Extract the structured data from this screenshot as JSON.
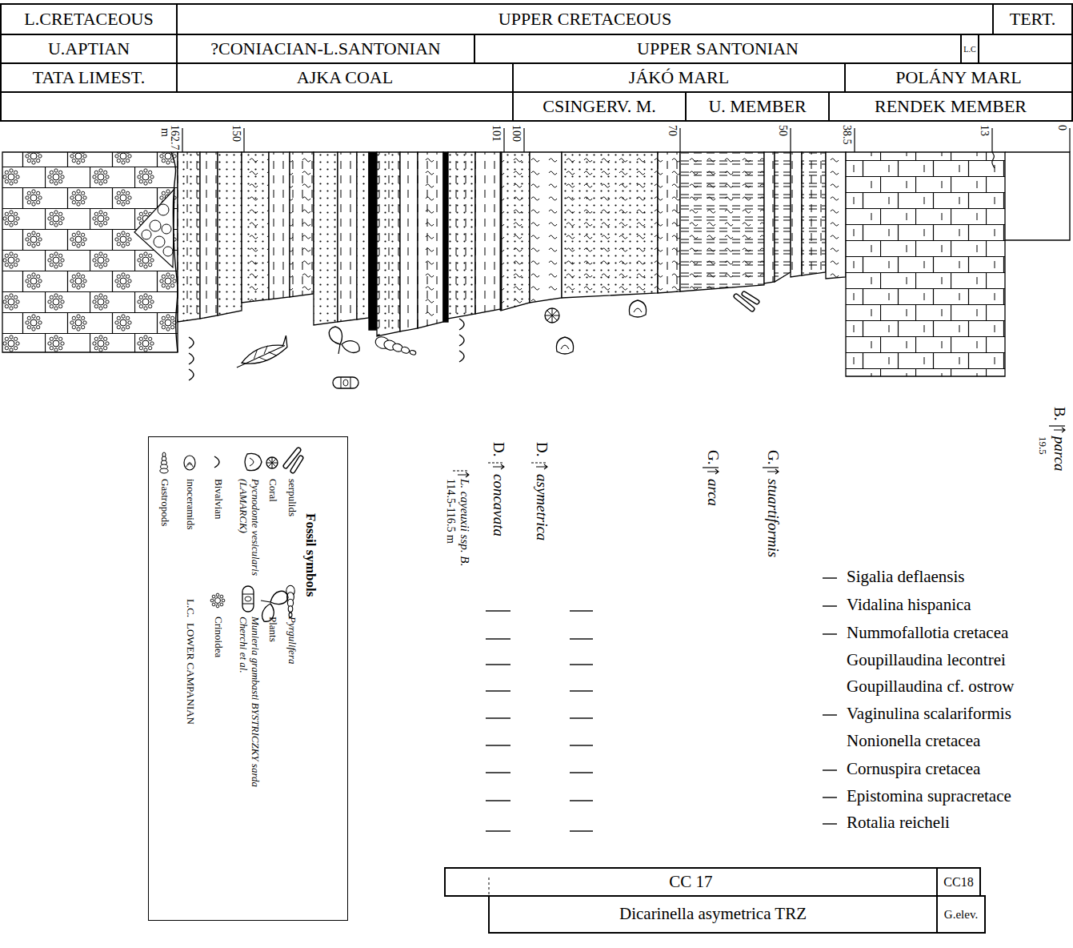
{
  "diagram": {
    "nodes": [
      {
        "text": [
          "L.CRETACEOUS"
        ]
      },
      {
        "text": [
          "UPPER CRETACEOUS"
        ]
      },
      {
        "text": [
          "TERT."
        ]
      },
      {
        "text": [
          "U.APTIAN"
        ]
      },
      {
        "text": [
          "?CONIACIAN-L.SANTONIAN"
        ]
      },
      {
        "text": [
          "UPPER SANTONIAN"
        ]
      },
      {
        "text": [
          "L.C"
        ]
      },
      {
        "text": [
          "TATA LIMEST."
        ]
      },
      {
        "text": [
          "AJKA COAL"
        ]
      },
      {
        "text": [
          "JÁKÓ MARL"
        ]
      },
      {
        "text": [
          "POLÁNY MARL"
        ]
      },
      {
        "text": [
          "CSINGERV. M."
        ]
      },
      {
        "text": [
          "U. MEMBER"
        ]
      },
      {
        "text": [
          "RENDEK MEMBER"
        ]
      },
      {
        "text": [
          "Fossil symbols"
        ]
      },
      {
        "text": [
          "CC 17"
        ]
      },
      {
        "text": [
          "CC18"
        ]
      },
      {
        "text": [
          "Dicarinella asymetrica TRZ"
        ]
      },
      {
        "text": [
          "G.elev."
        ]
      }
    ],
    "labels": [
      "m",
      "162.7",
      "150",
      "101",
      "100",
      "70",
      "50",
      "38.5",
      "13",
      "0",
      "L. cayeuxii ssp. B.",
      "114.5-116.5 m",
      "D.",
      "concavata",
      "D.",
      "asymetrica",
      "G.",
      "arca",
      "G.",
      "stuartiformis",
      "B.",
      "parca",
      "19.5",
      "Sigalia deflaensis",
      "Vidalina hispanica",
      "Nummofallotia cretacea",
      "Goupillaudina lecontrei",
      "Goupillaudina cf. ostrow",
      "Vaginulina scalariformis",
      "Nonionella cretacea",
      "Cornuspira cretacea",
      "Epistomina supracretace",
      "Rotalia reicheli",
      "L.C.",
      "LOWER CAMPANIAN"
    ],
    "legend": [
      {
        "text": "serpulids"
      },
      {
        "text": "Coral"
      },
      {
        "text": "Pycnodonte vesicularis (LAMARCK)"
      },
      {
        "text": "Bivalvian"
      },
      {
        "text": "inoceramids"
      },
      {
        "text": "Gastropods"
      },
      {
        "text": "Pyrgulifera"
      },
      {
        "text": "Plants"
      },
      {
        "text": "Munieria grambasti BYSTRICZKY sarda Cherchi et al."
      },
      {
        "text": "Crinoidea"
      }
    ]
  }
}
